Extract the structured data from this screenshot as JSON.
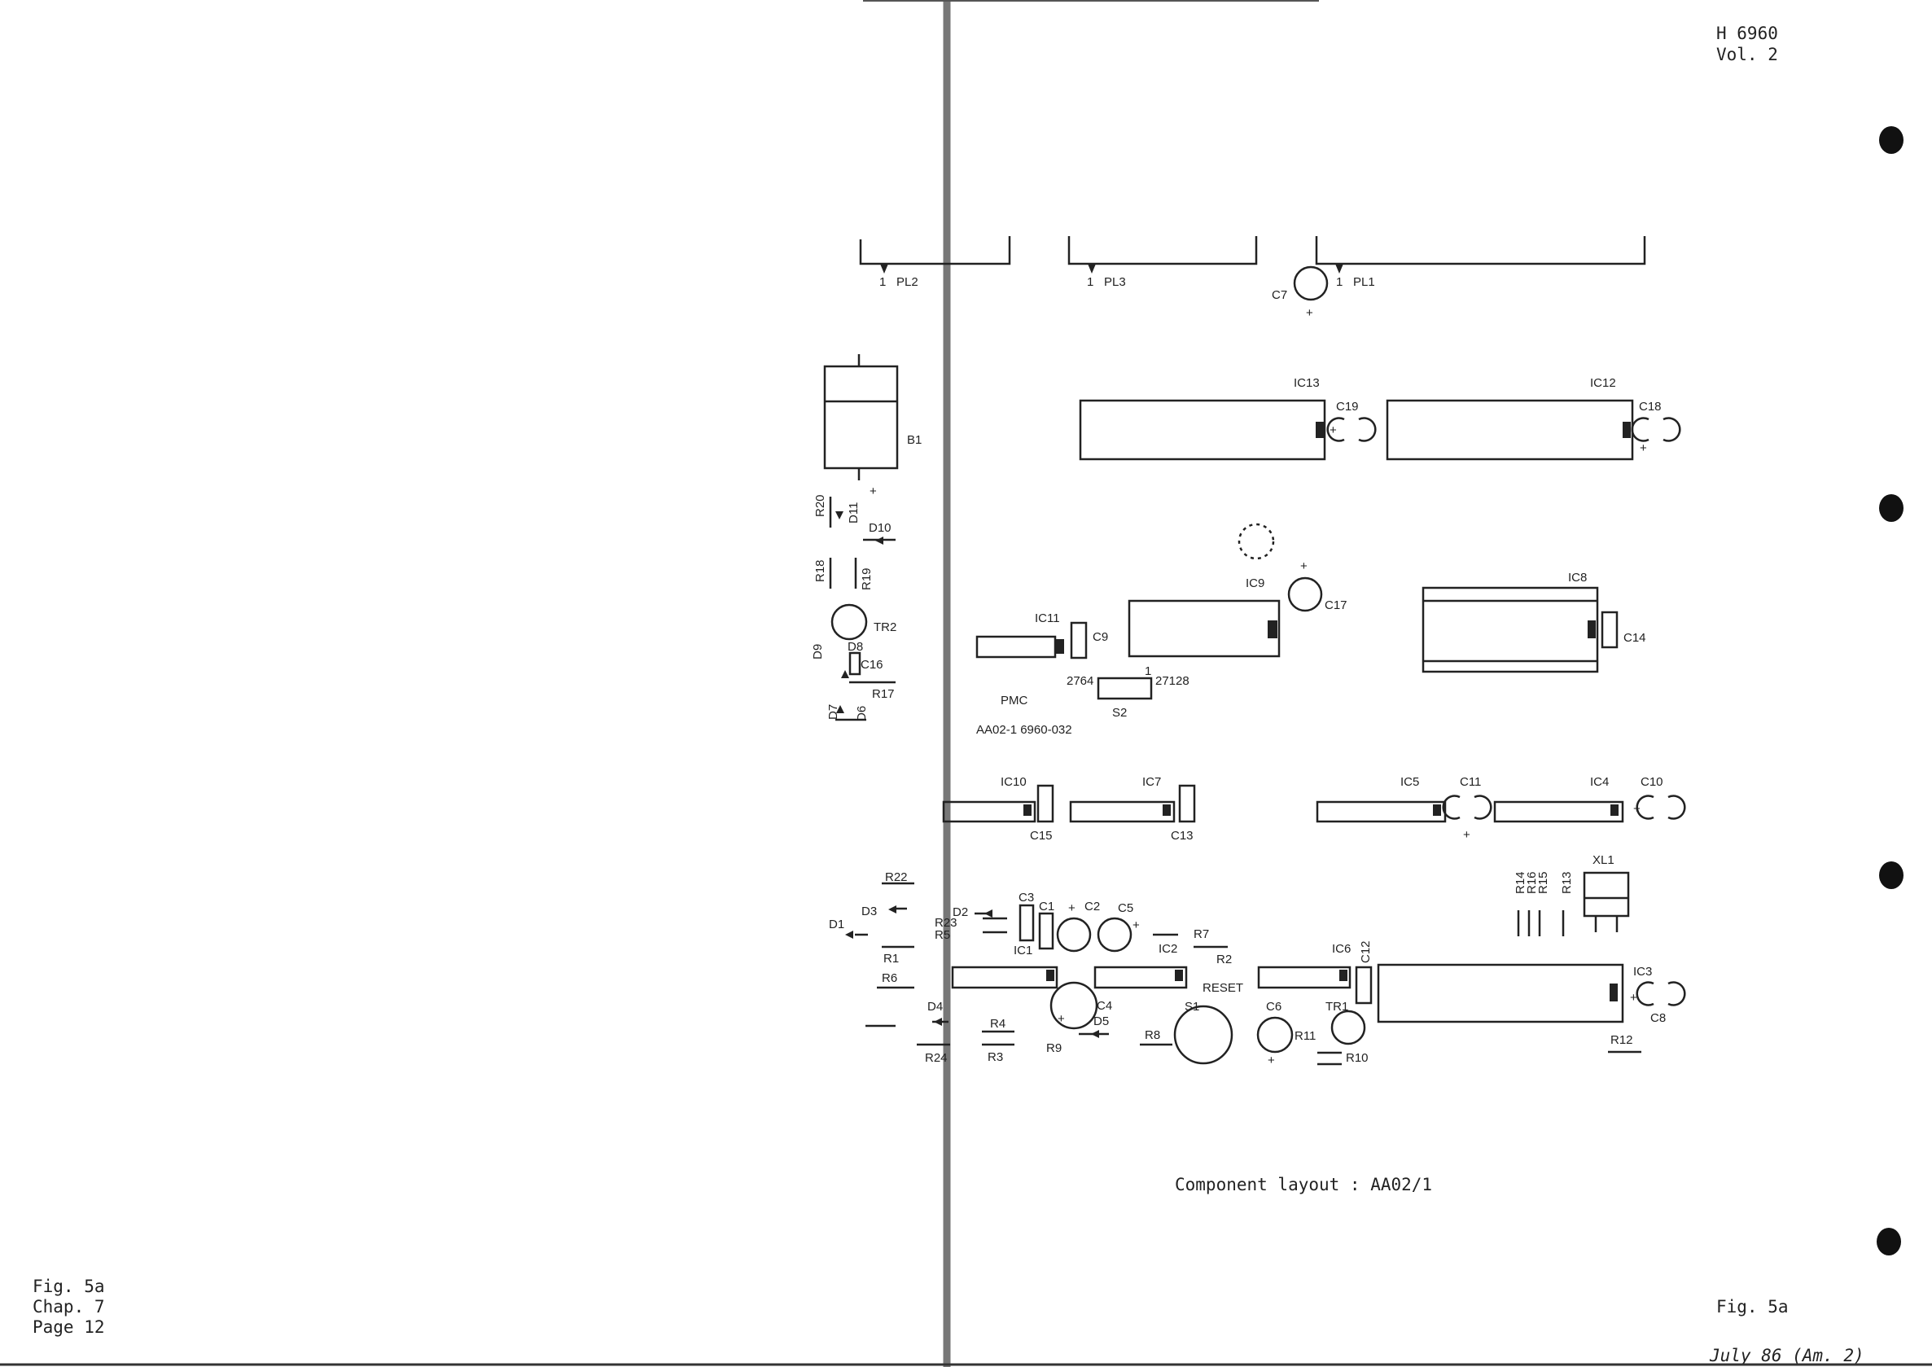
{
  "header": {
    "doc_id": "H 6960",
    "volume": "Vol. 2"
  },
  "footer_left": {
    "fig": "Fig. 5a",
    "chap": "Chap. 7",
    "page": "Page 12"
  },
  "footer_right": {
    "fig": "Fig. 5a",
    "date": "July 86 (Am. 2)"
  },
  "caption": "Component layout : AA02/1",
  "board": {
    "maker": "PMC",
    "part_number": "AA02-1 6960-032"
  },
  "connectors": [
    {
      "pin": "1",
      "ref": "PL2"
    },
    {
      "pin": "1",
      "ref": "PL3"
    },
    {
      "pin": "1",
      "ref": "PL1"
    }
  ],
  "jumper": {
    "ref": "S2",
    "left": "2764",
    "right": "27128",
    "pin": "1"
  },
  "labels": [
    "C7",
    "+",
    "IC13",
    "C19",
    "+",
    "IC12",
    "C18",
    "+",
    "B1",
    "+",
    "R20",
    "D11",
    "D10",
    "R18",
    "R19",
    "TR2",
    "D9",
    "D8",
    "C16",
    "R17",
    "D7",
    "D6",
    "IC11",
    "C9",
    "IC9",
    "+",
    "C17",
    "IC8",
    "C14",
    "IC10",
    "C15",
    "IC7",
    "C13",
    "IC5",
    "C11",
    "+",
    "IC4",
    "+",
    "C10",
    "R22",
    "D3",
    "D1",
    "R1",
    "R6",
    "D2",
    "R23",
    "R5",
    "C3",
    "C1",
    "+",
    "C2",
    "C5",
    "+",
    "IC1",
    "R7",
    "IC2",
    "R2",
    "RESET",
    "IC6",
    "C12",
    "XL1",
    "R14",
    "R16",
    "R15",
    "R13",
    "IC3",
    "+",
    "C8",
    "D4",
    "R4",
    "+",
    "C4",
    "D5",
    "R24",
    "R3",
    "R9",
    "R8",
    "S1",
    "C6",
    "+",
    "R11",
    "TR1",
    "R10",
    "R12"
  ]
}
